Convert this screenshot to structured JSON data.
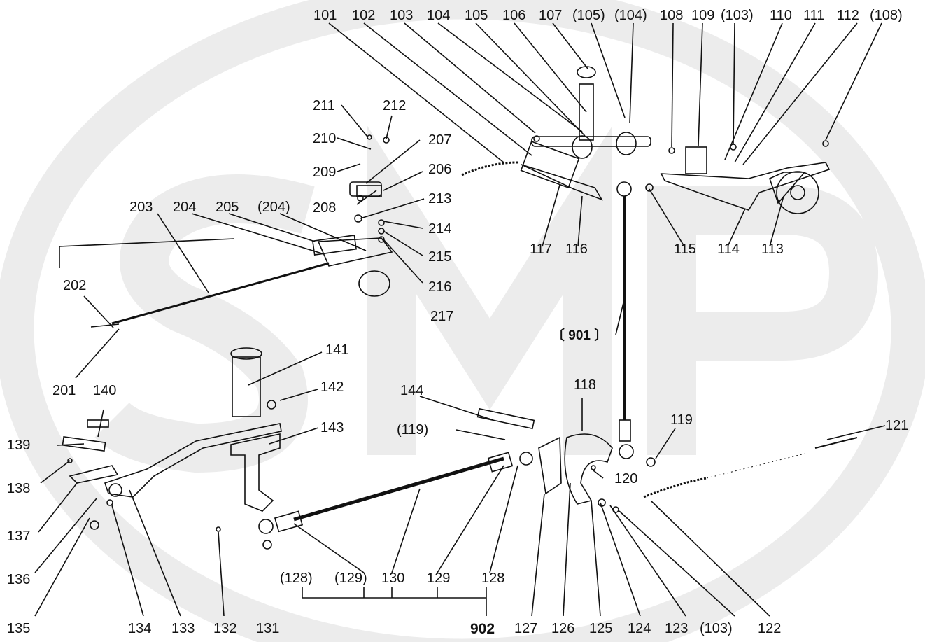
{
  "watermark": {
    "text": "SMP",
    "color": "#e6e6e6"
  },
  "labels": {
    "l101": "101",
    "l102": "102",
    "l103": "103",
    "l104": "104",
    "l105": "105",
    "l106": "106",
    "l107": "107",
    "l105p": "(105)",
    "l104p": "(104)",
    "l108": "108",
    "l109": "109",
    "l103p_top": "(103)",
    "l110": "110",
    "l111": "111",
    "l112": "112",
    "l108p": "(108)",
    "l113": "113",
    "l114": "114",
    "l115": "115",
    "l116": "116",
    "l117": "117",
    "l118": "118",
    "l119": "119",
    "l119p": "(119)",
    "l120": "120",
    "l121": "121",
    "l122": "122",
    "l103p_bot": "(103)",
    "l123": "123",
    "l124": "124",
    "l125": "125",
    "l126": "126",
    "l127": "127",
    "l128": "128",
    "l128p": "(128)",
    "l129": "129",
    "l129p": "(129)",
    "l130": "130",
    "l131": "131",
    "l132": "132",
    "l133": "133",
    "l134": "134",
    "l135": "135",
    "l136": "136",
    "l137": "137",
    "l138": "138",
    "l139": "139",
    "l140": "140",
    "l141": "141",
    "l142": "142",
    "l143": "143",
    "l144": "144",
    "l201": "201",
    "l202": "202",
    "l203": "203",
    "l204": "204",
    "l205": "205",
    "l204p": "(204)",
    "l206": "206",
    "l207": "207",
    "l208": "208",
    "l209": "209",
    "l210": "210",
    "l211": "211",
    "l212": "212",
    "l213": "213",
    "l214": "214",
    "l215": "215",
    "l216": "216",
    "l217": "217",
    "l901": "〔 901 〕",
    "l902": "902"
  }
}
